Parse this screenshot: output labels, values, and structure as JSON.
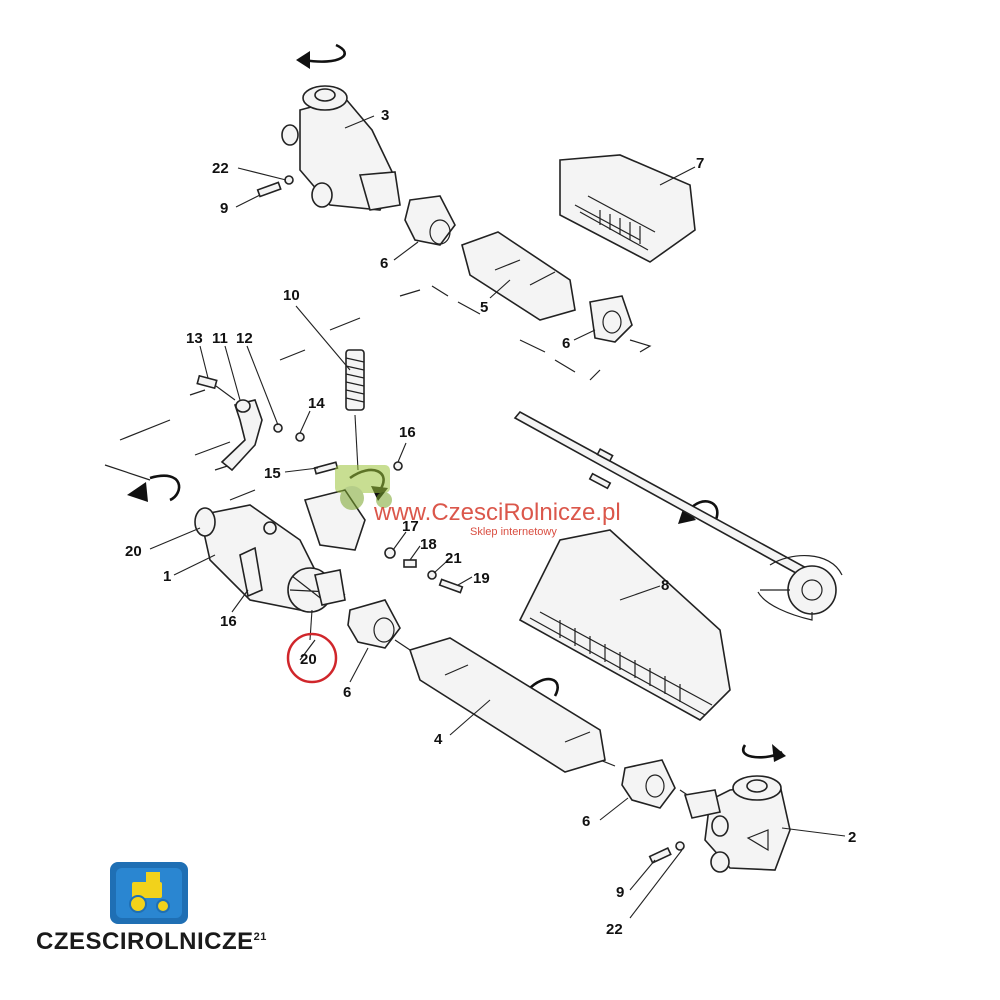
{
  "callouts": {
    "c1": "1",
    "c2": "2",
    "c3": "3",
    "c4": "4",
    "c5": "5",
    "c6a": "6",
    "c6b": "6",
    "c6c": "6",
    "c6d": "6",
    "c7": "7",
    "c8": "8",
    "c9a": "9",
    "c9b": "9",
    "c10": "10",
    "c11": "11",
    "c12": "12",
    "c13": "13",
    "c14": "14",
    "c15": "15",
    "c16a": "16",
    "c16b": "16",
    "c17": "17",
    "c18": "18",
    "c19": "19",
    "c20a": "20",
    "c20b": "20",
    "c21": "21",
    "c22a": "22",
    "c22b": "22"
  },
  "highlighted_callout": "20",
  "watermark": {
    "text": "www.CzesciRolnicze.pl",
    "subtext": "Sklep internetowy"
  },
  "brand": {
    "name": "CZESCIROLNICZE",
    "mark": "21",
    "logo_icon": "tractor-icon"
  },
  "colors": {
    "highlight_ring": "#d0262b",
    "watermark": "#d53a2c",
    "logo_blue": "#1f6fb4",
    "logo_yellow": "#f2d21b"
  }
}
